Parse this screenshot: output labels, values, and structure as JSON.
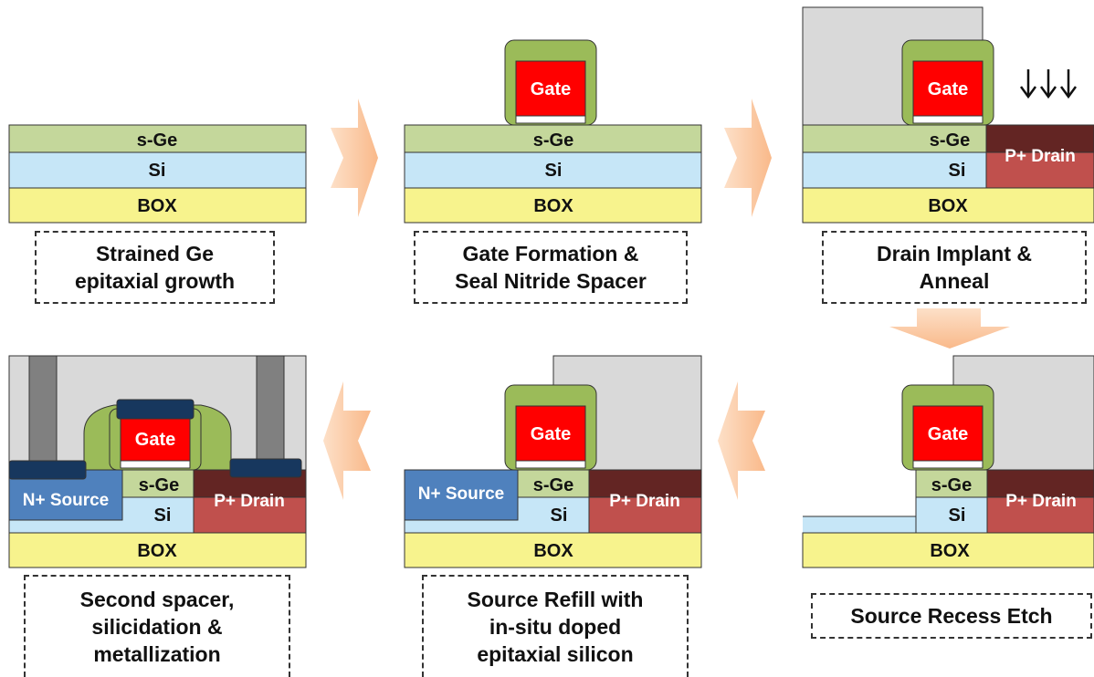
{
  "layers": {
    "sge": "s-Ge",
    "si": "Si",
    "box": "BOX"
  },
  "gate": "Gate",
  "drain": "P+ Drain",
  "source": "N+ Source",
  "steps": [
    {
      "lines": [
        "Strained Ge",
        "epitaxial growth"
      ]
    },
    {
      "lines": [
        "Gate Formation &",
        "Seal Nitride Spacer"
      ]
    },
    {
      "lines": [
        "Drain Implant &",
        "Anneal"
      ]
    },
    {
      "lines": [
        "Source Recess Etch"
      ]
    },
    {
      "lines": [
        "Source Refill with",
        "in-situ doped",
        "epitaxial silicon"
      ]
    },
    {
      "lines": [
        "Second spacer,",
        "silicidation &",
        "metallization"
      ]
    }
  ],
  "colors": {
    "sge": "#c4d79b",
    "si": "#c6e6f7",
    "box": "#f7f38d",
    "gate": "#ff0000",
    "spacer": "#9bbb59",
    "drain": "#c0504d",
    "drain_dark": "#632523",
    "source": "#4f81bd",
    "mask": "#d9d9d9",
    "contact": "#808080",
    "silicide": "#17375e",
    "arrow": "#fac090"
  }
}
